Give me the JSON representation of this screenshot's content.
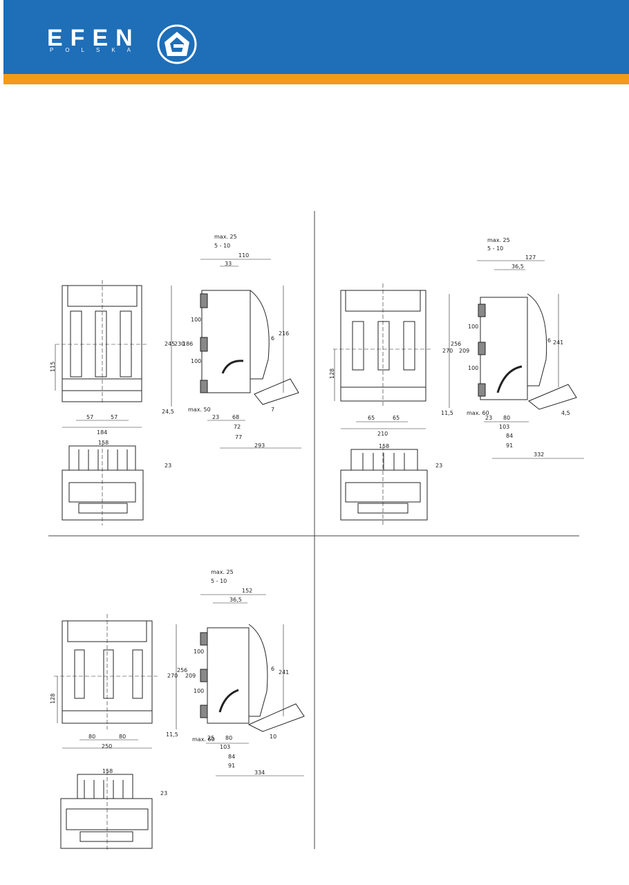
{
  "brand": {
    "name": "EFEN",
    "subtitle": "POLSKA"
  },
  "colors": {
    "header_blue": "#1e6eb8",
    "header_orange": "#f39a1c",
    "line": "#222222",
    "hatch": "#777777"
  },
  "drawings": [
    {
      "front": {
        "w": "184",
        "h": "115",
        "pitch": [
          "57",
          "57"
        ]
      },
      "side": {
        "max": "max. 25",
        "range": "5 - 10",
        "d110": "110",
        "d33": "33",
        "d6": "6",
        "h245": "245",
        "h230": "230",
        "h186": "186",
        "h100a": "100",
        "h100b": "100",
        "h216": "216",
        "h245b": "24,5",
        "max50": "max. 50",
        "b23": "23",
        "b68": "68",
        "b72": "72",
        "b77": "77",
        "b7": "7",
        "b293": "293"
      },
      "top": {
        "w": "158",
        "h": "23"
      }
    },
    {
      "front": {
        "w": "210",
        "h": "128",
        "pitch": [
          "65",
          "65"
        ]
      },
      "side": {
        "max": "max. 25",
        "range": "5 - 10",
        "d127": "127",
        "d36": "36,5",
        "d6": "6",
        "h270": "270",
        "h256": "256",
        "h209": "209",
        "h100a": "100",
        "h100b": "100",
        "h241": "241",
        "h115": "11,5",
        "max60": "max. 60",
        "b23": "23",
        "b80": "80",
        "b103": "103",
        "b84": "84",
        "b91": "91",
        "b45": "4,5",
        "b332": "332"
      },
      "top": {
        "w": "158",
        "h": "23"
      }
    },
    {
      "front": {
        "w": "250",
        "h": "128",
        "pitch": [
          "80",
          "80"
        ]
      },
      "side": {
        "max": "max. 25",
        "range": "5 - 10",
        "d152": "152",
        "d36": "36,5",
        "d6": "6",
        "h270": "270",
        "h256": "256",
        "h209": "209",
        "h100a": "100",
        "h100b": "100",
        "h241": "241",
        "h115": "11,5",
        "max60": "max. 60",
        "b25": "25",
        "b80": "80",
        "b103": "103",
        "b84": "84",
        "b91": "91",
        "b10": "10",
        "b334": "334"
      },
      "top": {
        "w": "158",
        "h": "23"
      }
    }
  ]
}
